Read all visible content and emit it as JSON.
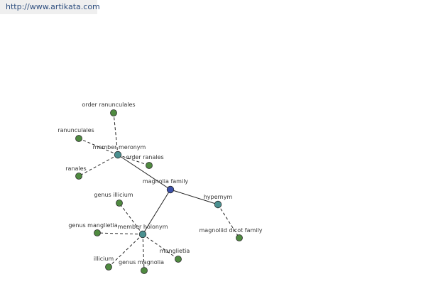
{
  "site_url": "http://www.artikata.com",
  "colors": {
    "center": "#3b4fa8",
    "relation": "#4a9090",
    "leaf": "#4f8a40",
    "stroke": "#2b2b2b"
  },
  "graph": {
    "nodes": [
      {
        "id": "magnolia-family",
        "label": "magnolia family",
        "kind": "center"
      },
      {
        "id": "member-meronym",
        "label": "member meronym",
        "kind": "relation"
      },
      {
        "id": "member-holonym",
        "label": "member holonym",
        "kind": "relation"
      },
      {
        "id": "hypernym",
        "label": "hypernym",
        "kind": "relation"
      },
      {
        "id": "order-ranunculales",
        "label": "order ranunculales",
        "kind": "leaf"
      },
      {
        "id": "ranunculales",
        "label": "ranunculales",
        "kind": "leaf"
      },
      {
        "id": "order-ranales",
        "label": "order ranales",
        "kind": "leaf"
      },
      {
        "id": "ranales",
        "label": "ranales",
        "kind": "leaf"
      },
      {
        "id": "genus-illicium",
        "label": "genus illicium",
        "kind": "leaf"
      },
      {
        "id": "genus-manglietia",
        "label": "genus manglietia",
        "kind": "leaf"
      },
      {
        "id": "illicium",
        "label": "illicium",
        "kind": "leaf"
      },
      {
        "id": "genus-magnolia",
        "label": "genus magnolia",
        "kind": "leaf"
      },
      {
        "id": "manglietia",
        "label": "manglietia",
        "kind": "leaf"
      },
      {
        "id": "magnoliid-dicot-family",
        "label": "magnoliid dicot family",
        "kind": "leaf"
      }
    ],
    "edges": [
      {
        "from": "magnolia-family",
        "to": "member-meronym",
        "style": "solid"
      },
      {
        "from": "magnolia-family",
        "to": "member-holonym",
        "style": "solid"
      },
      {
        "from": "magnolia-family",
        "to": "hypernym",
        "style": "solid"
      },
      {
        "from": "member-meronym",
        "to": "order-ranunculales",
        "style": "dashed"
      },
      {
        "from": "member-meronym",
        "to": "ranunculales",
        "style": "dashed"
      },
      {
        "from": "member-meronym",
        "to": "order-ranales",
        "style": "dashed"
      },
      {
        "from": "member-meronym",
        "to": "ranales",
        "style": "dashed"
      },
      {
        "from": "member-holonym",
        "to": "genus-illicium",
        "style": "dashed"
      },
      {
        "from": "member-holonym",
        "to": "genus-manglietia",
        "style": "dashed"
      },
      {
        "from": "member-holonym",
        "to": "illicium",
        "style": "dashed"
      },
      {
        "from": "member-holonym",
        "to": "genus-magnolia",
        "style": "dashed"
      },
      {
        "from": "member-holonym",
        "to": "manglietia",
        "style": "dashed"
      },
      {
        "from": "hypernym",
        "to": "magnoliid-dicot-family",
        "style": "dashed"
      }
    ]
  }
}
